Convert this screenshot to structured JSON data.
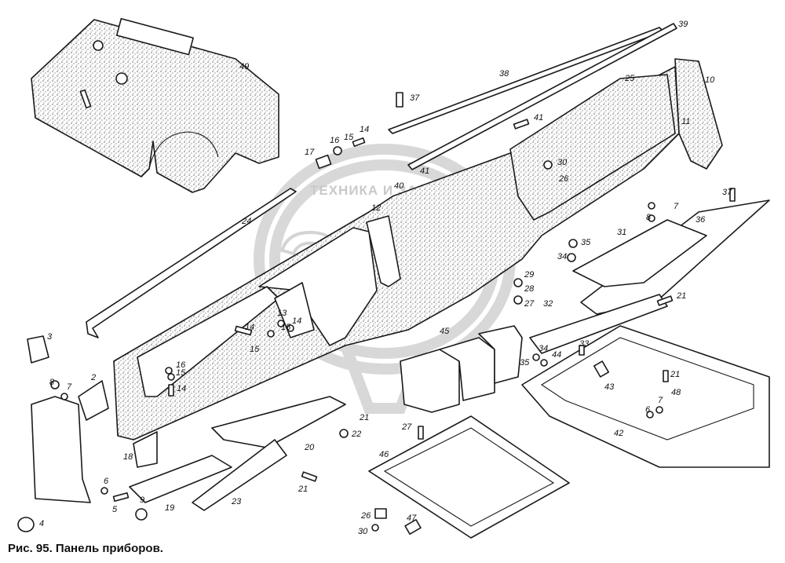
{
  "figure": {
    "caption": "Рис. 95. Панель приборов."
  },
  "watermark": {
    "text": "ТЕХНИКА И ЗАПЧАСТИ",
    "logo": "ЭЛФ"
  },
  "callouts": {
    "c2": "2",
    "c3": "3",
    "c4": "4",
    "c5": "5",
    "c6": "6",
    "c6b": "6",
    "c7": "7",
    "c7b": "7",
    "c7c": "7",
    "c8": "8",
    "c8b": "8",
    "c9": "9",
    "c10": "10",
    "c11": "11",
    "c12": "12",
    "c13": "13",
    "c14a": "14",
    "c14b": "14",
    "c14c": "14",
    "c14d": "14",
    "c15a": "15",
    "c15b": "15",
    "c15c": "15",
    "c15d": "15",
    "c16a": "16",
    "c16b": "16",
    "c17": "17",
    "c18": "18",
    "c19": "19",
    "c20": "20",
    "c21a": "21",
    "c21b": "21",
    "c21c": "21",
    "c21d": "21",
    "c22": "22",
    "c23": "23",
    "c24": "24",
    "c25": "25",
    "c26": "26",
    "c26b": "26",
    "c27": "27",
    "c27b": "27",
    "c28": "28",
    "c29": "29",
    "c30": "30",
    "c30b": "30",
    "c31": "31",
    "c32": "32",
    "c33": "33",
    "c34": "34",
    "c34b": "34",
    "c35": "35",
    "c35b": "35",
    "c36": "36",
    "c37": "37",
    "c37b": "37",
    "c38": "38",
    "c39": "39",
    "c40": "40",
    "c41": "41",
    "c41b": "41",
    "c42": "42",
    "c43": "43",
    "c44": "44",
    "c45": "45",
    "c46": "46",
    "c47": "47",
    "c48": "48",
    "c49": "49"
  }
}
